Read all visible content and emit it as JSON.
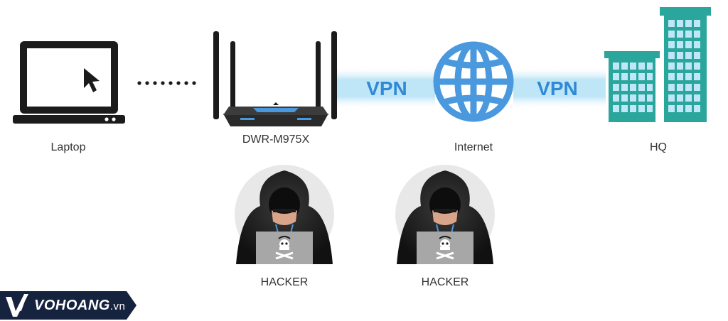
{
  "nodes": {
    "laptop": {
      "label": "Laptop"
    },
    "router": {
      "label": "DWR-M975X"
    },
    "internet": {
      "label": "Internet"
    },
    "hq": {
      "label": "HQ"
    }
  },
  "tunnels": {
    "left": "VPN",
    "right": "VPN"
  },
  "hackers": [
    {
      "label": "HACKER"
    },
    {
      "label": "HACKER"
    }
  ],
  "brand": {
    "name": "VOHOANG",
    "suffix": ".vn"
  },
  "colors": {
    "tunnel": "#bfe6f7",
    "tunnel_text": "#2f89d6",
    "globe": "#4a98dd",
    "building": "#2aa69c",
    "window": "#bfe7f7",
    "device": "#1b1b1b",
    "brand_bg": "#16233f"
  }
}
